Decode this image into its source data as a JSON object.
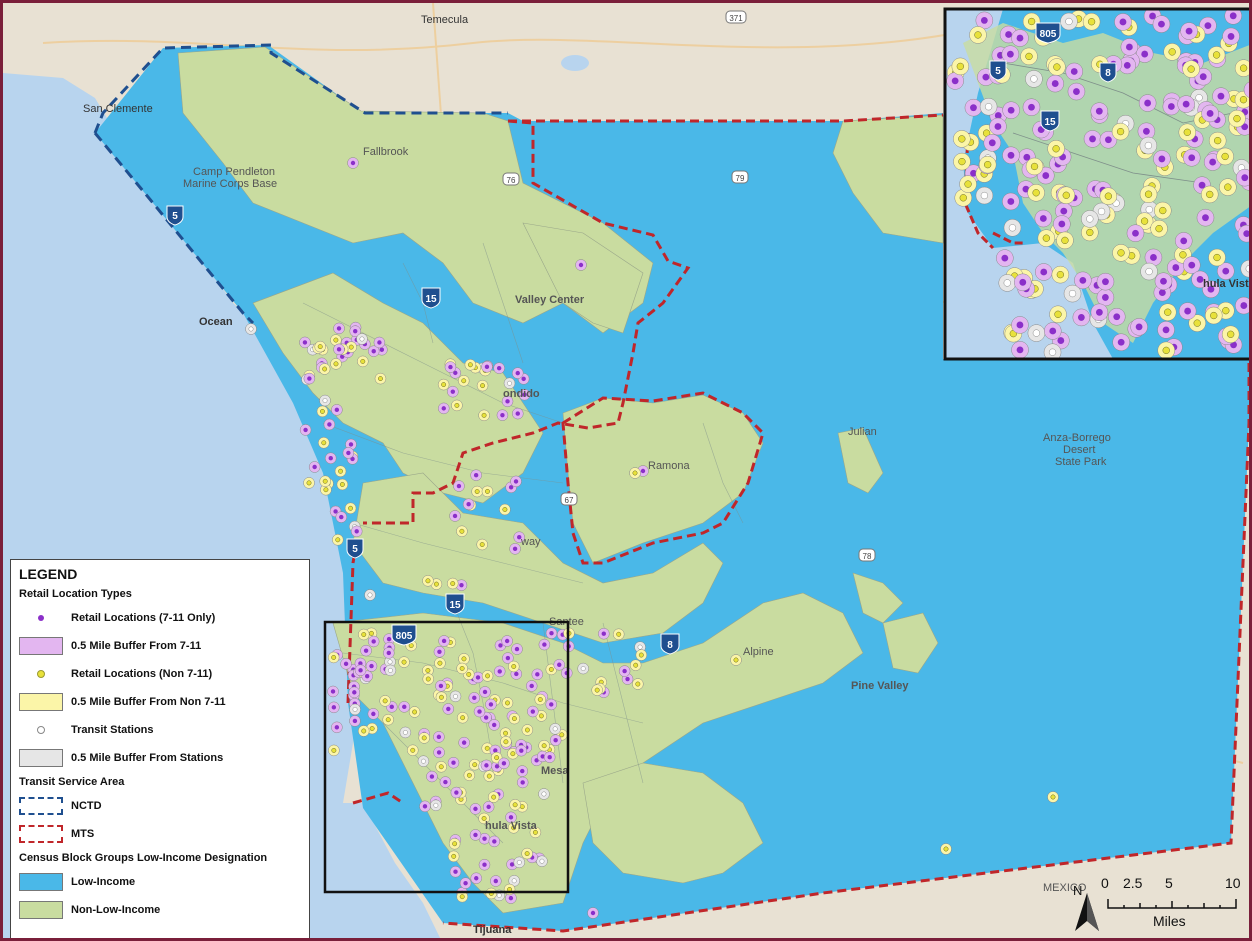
{
  "colors": {
    "water": "#b8d4ee",
    "background_land": "#e8e1d3",
    "low_income": "#4ab8e8",
    "non_low_income": "#c9dca0",
    "nctd_border": "#1f4f8f",
    "mts_border": "#c0262a",
    "retail_7_11": "#8b2fc9",
    "buffer_7_11": "#e3b6f0",
    "retail_non_7_11": "#e8e13a",
    "buffer_non_7_11": "#fbf5a8",
    "transit_station": "#ffffff",
    "buffer_stations": "#e6e6e6",
    "frame": "#7a1f3a"
  },
  "place_labels": {
    "temecula": "Temecula",
    "san_clemente": "San Clemente",
    "fallbrook": "Fallbrook",
    "camp_pendleton": "Camp Pendleton",
    "marine_corps_base": "Marine Corps Base",
    "oceanside": "Ocean",
    "valley_center": "Valley Center",
    "escondido": "ondido",
    "ramona": "Ramona",
    "julian": "Julian",
    "anza_borrego_1": "Anza-Borrego",
    "anza_borrego_2": "Desert",
    "anza_borrego_3": "State Park",
    "poway": "way",
    "alpine": "Alpine",
    "pine_valley": "Pine Valley",
    "el_cajon_area": "Mesa",
    "chula_vista": "hula Vista",
    "chula_vista_inset": "hula Vista",
    "mexico": "MEXICO",
    "tijuana": "Tijuana",
    "santee": "Santee"
  },
  "shields": {
    "i5_north": "5",
    "i15_north": "15",
    "i5_south": "5",
    "i15_south": "15",
    "i805": "805",
    "i8": "8",
    "inset_805": "805",
    "inset_5": "5",
    "inset_8": "8",
    "inset_15": "15",
    "r371": "371",
    "r76": "76",
    "r79": "79",
    "r78": "78",
    "r67": "67"
  },
  "legend": {
    "title": "LEGEND",
    "retail_section": "Retail Location Types",
    "items": [
      {
        "label": "Retail Locations (7-11 Only)"
      },
      {
        "label": "0.5 Mile Buffer From 7-11"
      },
      {
        "label": "Retail Locations (Non 7-11)"
      },
      {
        "label": "0.5 Mile Buffer From Non 7-11"
      },
      {
        "label": "Transit Stations"
      },
      {
        "label": "0.5 Mile Buffer From Stations"
      }
    ],
    "transit_section": "Transit Service Area",
    "transit_items": [
      {
        "label": "NCTD"
      },
      {
        "label": "MTS"
      }
    ],
    "census_section": "Census Block Groups Low-Income Designation",
    "census_items": [
      {
        "label": "Low-Income"
      },
      {
        "label": "Non-Low-Income"
      }
    ]
  },
  "scale_bar": {
    "ticks": [
      "0",
      "2.5",
      "5",
      "10"
    ],
    "unit": "Miles",
    "north": "N"
  }
}
